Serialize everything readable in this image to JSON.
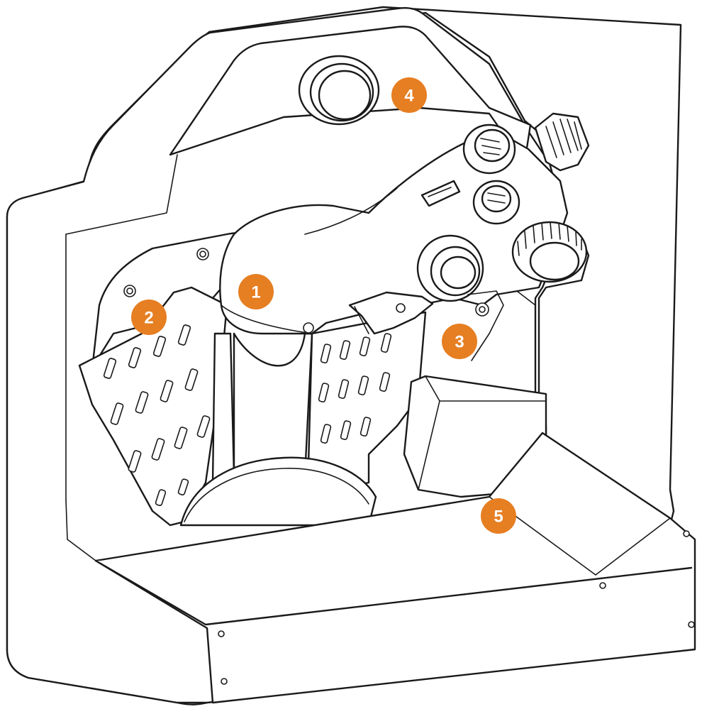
{
  "figure": {
    "accent_color": "#E67E22",
    "line_color": "#1a1a1a",
    "background": "#ffffff"
  },
  "callouts": [
    {
      "id": "1",
      "label": "1"
    },
    {
      "id": "2",
      "label": "2"
    },
    {
      "id": "3",
      "label": "3"
    },
    {
      "id": "4",
      "label": "4"
    },
    {
      "id": "5",
      "label": "5"
    }
  ]
}
